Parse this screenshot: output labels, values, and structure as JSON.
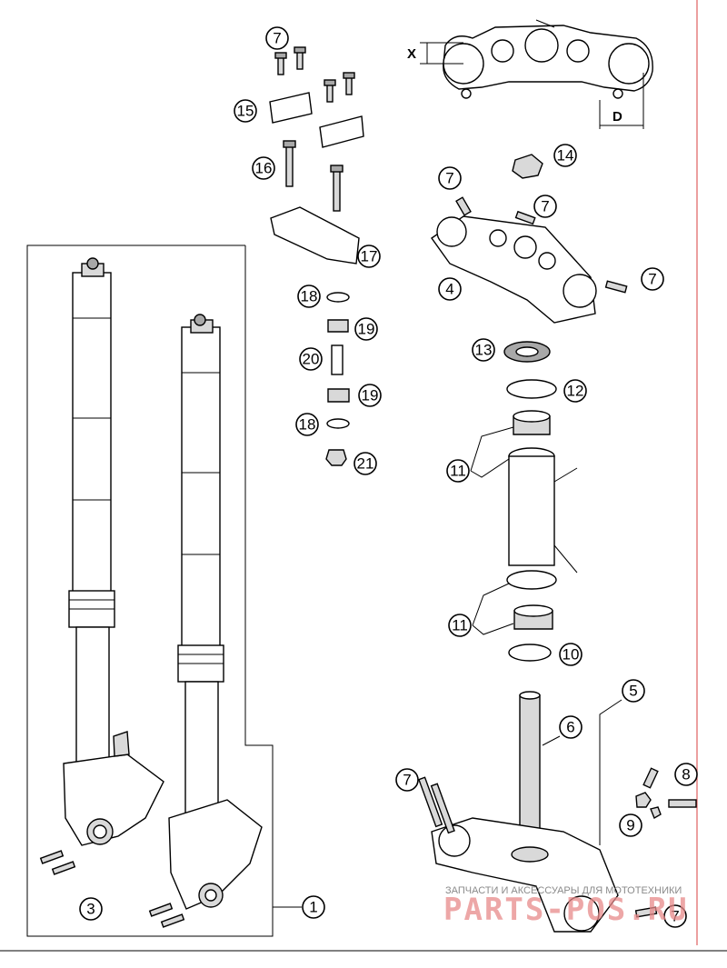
{
  "callouts": {
    "c1": "1",
    "c3": "3",
    "c4": "4",
    "c5": "5",
    "c6": "6",
    "c7a": "7",
    "c7b": "7",
    "c7c": "7",
    "c7d": "7",
    "c7e": "7",
    "c7f": "7",
    "c8": "8",
    "c9": "9",
    "c10": "10",
    "c11a": "11",
    "c11b": "11",
    "c12": "12",
    "c13": "13",
    "c14": "14",
    "c15": "15",
    "c16": "16",
    "c17": "17",
    "c18a": "18",
    "c18b": "18",
    "c19a": "19",
    "c19b": "19",
    "c20": "20",
    "c21": "21"
  },
  "dimensions": {
    "x_label": "X",
    "d_label": "D"
  },
  "watermark": {
    "caption": "ЗАПЧАСТИ И АКСЕССУАРЫ ДЛЯ МОТОТЕХНИКИ",
    "brand": "PARTS-POS.RU"
  },
  "colors": {
    "line": "#000000",
    "page_edge": "#e06060",
    "watermark": "#e88a8a"
  }
}
